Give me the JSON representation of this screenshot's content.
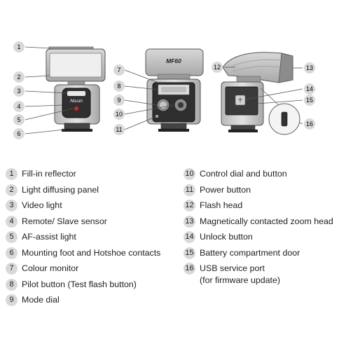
{
  "diagram": {
    "brand_logo": "Nissin",
    "model_text": "MF60",
    "callouts": [
      "1",
      "2",
      "3",
      "4",
      "5",
      "6",
      "7",
      "8",
      "9",
      "10",
      "11",
      "12",
      "13",
      "14",
      "15",
      "16"
    ]
  },
  "legend": {
    "left": [
      {
        "num": "1",
        "label": "Fill-in reflector"
      },
      {
        "num": "2",
        "label": "Light diffusing panel"
      },
      {
        "num": "3",
        "label": "Video light"
      },
      {
        "num": "4",
        "label": "Remote/ Slave sensor"
      },
      {
        "num": "5",
        "label": "AF-assist light"
      },
      {
        "num": "6",
        "label": "Mounting foot and Hotshoe contacts"
      },
      {
        "num": "7",
        "label": "Colour monitor"
      },
      {
        "num": "8",
        "label": "Pilot button (Test flash button)"
      },
      {
        "num": "9",
        "label": "Mode dial"
      }
    ],
    "right": [
      {
        "num": "10",
        "label": "Control dial and button"
      },
      {
        "num": "11",
        "label": "Power button"
      },
      {
        "num": "12",
        "label": "Flash head"
      },
      {
        "num": "13",
        "label": "Magnetically contacted zoom head"
      },
      {
        "num": "14",
        "label": "Unlock button"
      },
      {
        "num": "15",
        "label": "Battery compartment door"
      },
      {
        "num": "16",
        "label": "USB service port\n(for firmware update)"
      }
    ]
  }
}
